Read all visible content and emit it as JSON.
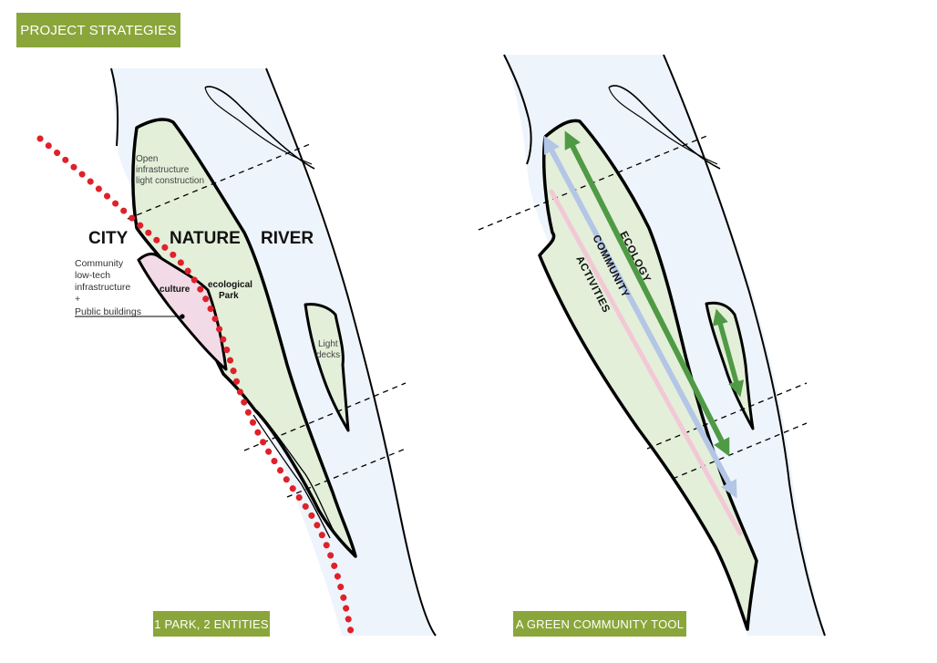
{
  "header": {
    "title": "PROJECT STRATEGIES"
  },
  "left_panel": {
    "caption": "1 PARK, 2 ENTITIES",
    "labels": {
      "city": "CITY",
      "nature": "NATURE",
      "river": "RIVER",
      "open_line1": "Open",
      "open_line2": "infrastructure",
      "open_line3": "light construction",
      "community_line1": "Community",
      "community_line2": "low-tech",
      "community_line3": "infrastructure",
      "plus": "+",
      "public_buildings": "Public buildings",
      "culture": "culture",
      "ecological": "ecological",
      "park": "Park",
      "light": "Light",
      "decks": "decks"
    }
  },
  "right_panel": {
    "caption": "A GREEN COMMUNITY TOOL",
    "arrows": {
      "ecology": "ECOLOGY",
      "community": "COMMUNITY",
      "activities": "ACTIVITIES"
    }
  },
  "colors": {
    "banner": "#8aa63a",
    "river": "#eef4fb",
    "park_fill": "#e3efd9",
    "culture_fill": "#f2dbe6",
    "dotted_line": "#e0202a",
    "ecology_arrow": "#4f9a45",
    "community_arrow": "#b3c6e6",
    "activities_arrow": "#f3c8d6"
  }
}
